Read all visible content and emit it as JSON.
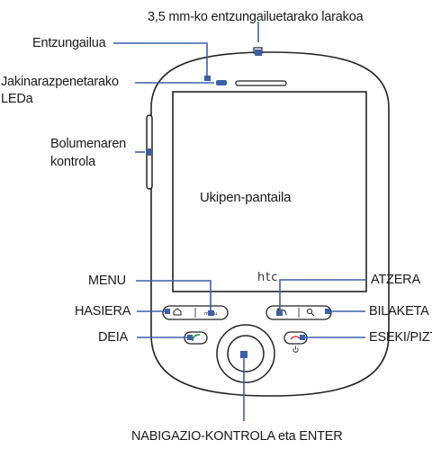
{
  "brand": "htc",
  "screen_label": "Ukipen-pantaila",
  "callouts": {
    "jack": "3,5 mm-ko entzungailuetarako larakoa",
    "earpiece": "Entzungailua",
    "led_line1": "Jakinarazpenetarako",
    "led_line2": "LEDa",
    "volume_line1": "Bolumenaren",
    "volume_line2": "kontrola",
    "menu": "MENU",
    "back": "ATZERA",
    "home": "HASIERA",
    "search": "BILAKETA",
    "call": "DEIA",
    "end_power": "ESEKI/PIZTU",
    "nav": "NABIGAZIO-KONTROLA eta ENTER"
  },
  "colors": {
    "callout": "#3d5fa8",
    "outline": "#222222",
    "call_green": "#2e9e3a",
    "end_red": "#d33a2c"
  },
  "icons": [
    "home-icon",
    "menu-key",
    "back-icon",
    "search-icon",
    "call-icon",
    "end-call-icon",
    "power-icon"
  ]
}
